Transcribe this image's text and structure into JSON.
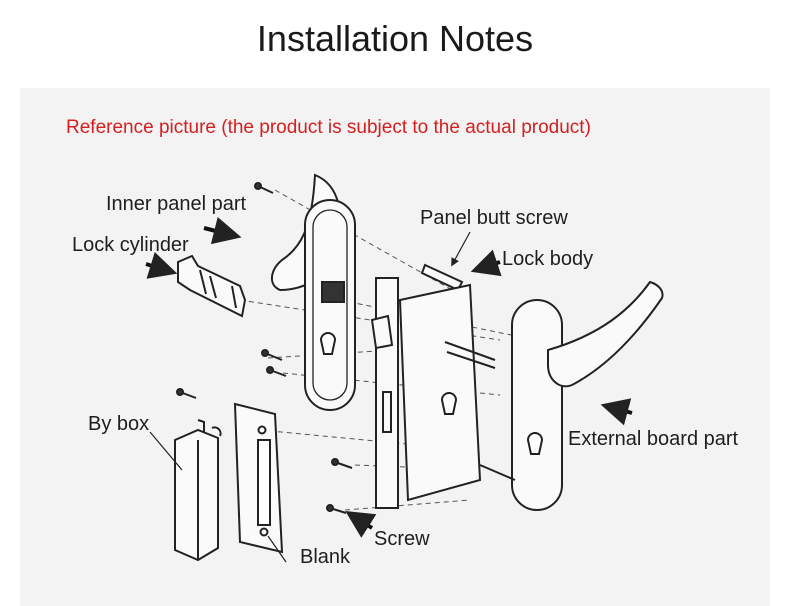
{
  "title": "Installation Notes",
  "note": "Reference picture (the product is subject to the actual product)",
  "labels": {
    "inner_panel": "Inner panel part",
    "lock_cylinder": "Lock cylinder",
    "panel_butt_screw": "Panel butt screw",
    "lock_body": "Lock body",
    "by_box": "By box",
    "external_board": "External board part",
    "screw": "Screw",
    "blank": "Blank"
  },
  "colors": {
    "title": "#1a1a1a",
    "note": "#d42020",
    "line": "#222222",
    "panel": "#f3f3f3"
  }
}
